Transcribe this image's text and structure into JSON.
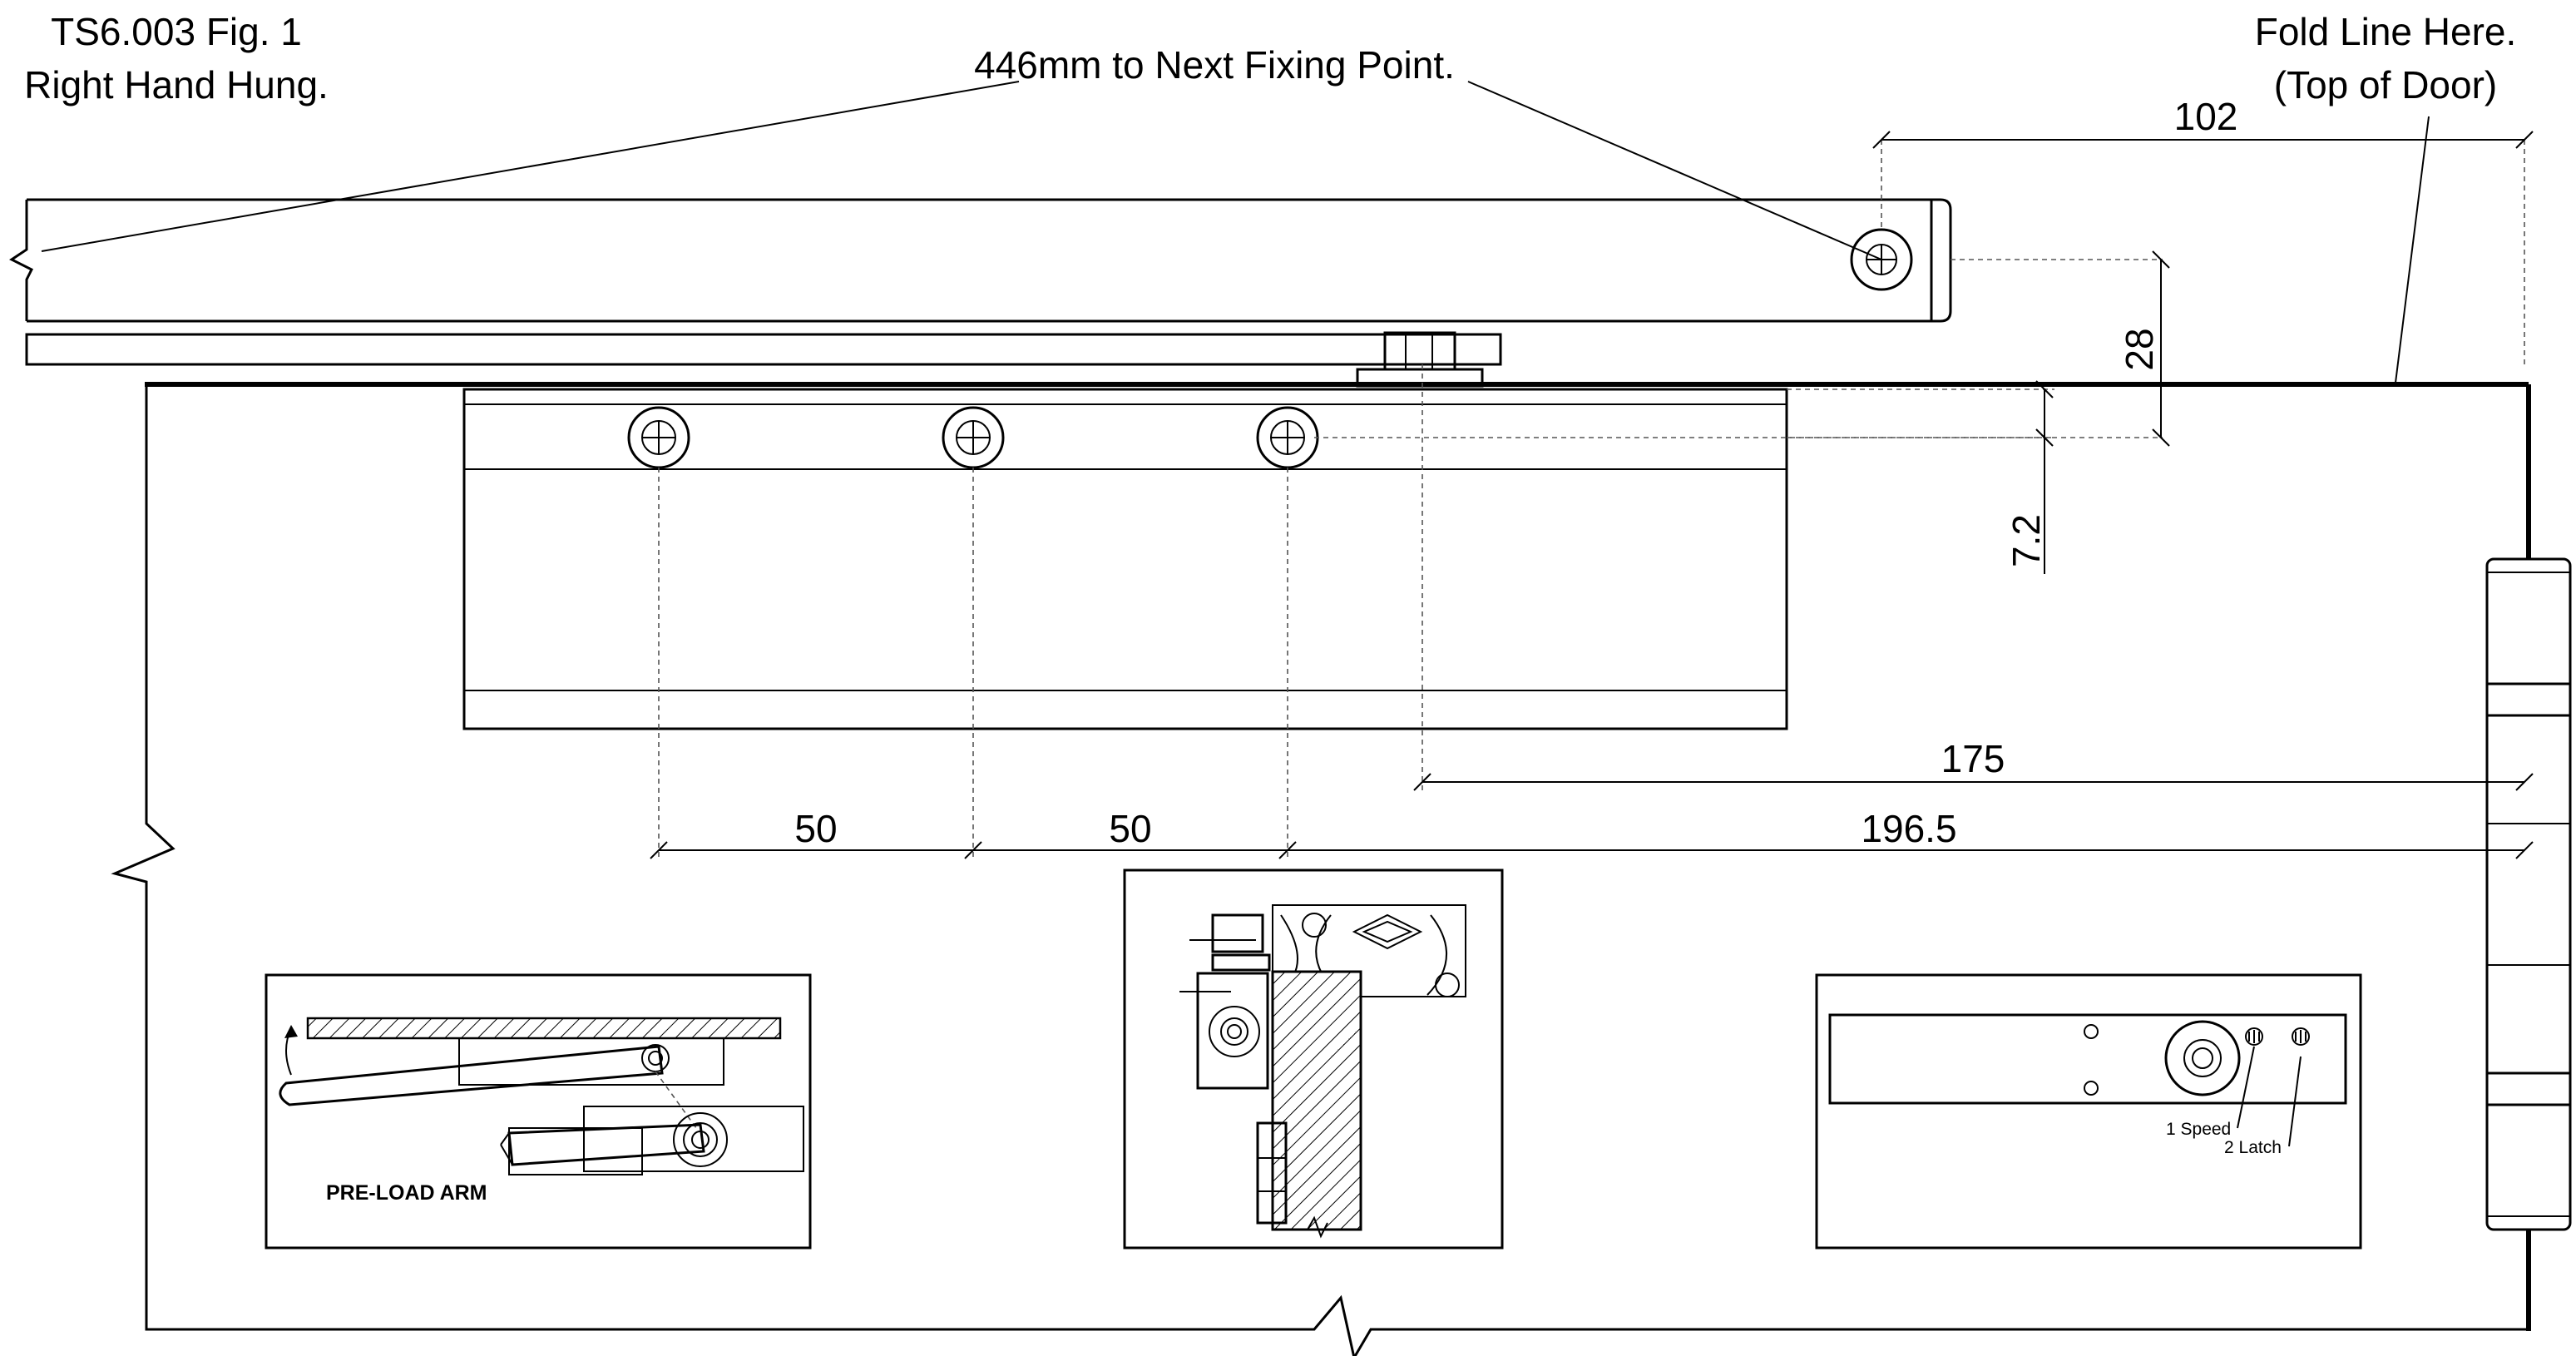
{
  "header": {
    "title_line1": "TS6.003 Fig. 1",
    "title_line2": "Right Hand Hung.",
    "fold_line1": "Fold Line Here.",
    "fold_line2": "(Top of Door)"
  },
  "callouts": {
    "fixing_point": "446mm to Next Fixing Point."
  },
  "dimensions": {
    "d102": "102",
    "d28": "28",
    "d7_2": "7.2",
    "d175": "175",
    "d50a": "50",
    "d50b": "50",
    "d196_5": "196.5"
  },
  "insets": {
    "preload_label": "PRE-LOAD ARM",
    "speed_label": "1 Speed",
    "latch_label": "2 Latch"
  }
}
